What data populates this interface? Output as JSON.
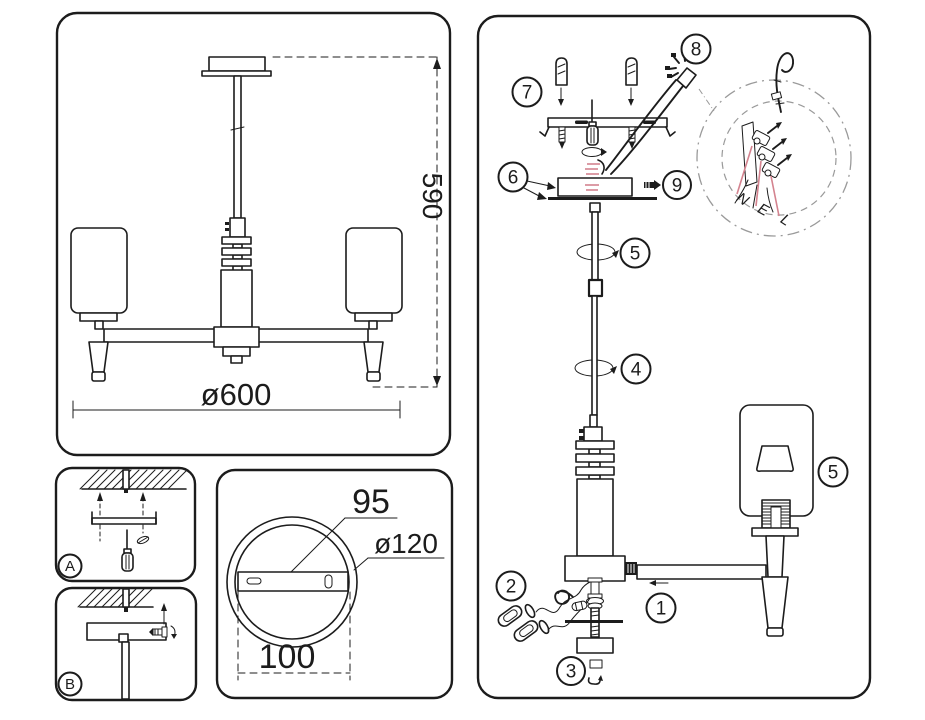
{
  "colors": {
    "line": "#1c1c1c",
    "detail_gray": "#9a9a9a",
    "wire_pink": "#d4838f"
  },
  "front_view": {
    "height_label": "590",
    "width_label": "ø600"
  },
  "insets": {
    "a": "A",
    "b": "B"
  },
  "mount_plate": {
    "slot_label": "95",
    "diameter_label": "ø120",
    "spacing_label": "100"
  },
  "assembly": {
    "step1": "1",
    "step2": "2",
    "step3": "3",
    "step4": "4",
    "step5": "5",
    "step6": "6",
    "step7": "7",
    "step8": "8",
    "step9": "9",
    "wire_n": "N",
    "wire_e": "E",
    "wire_l": "L"
  }
}
